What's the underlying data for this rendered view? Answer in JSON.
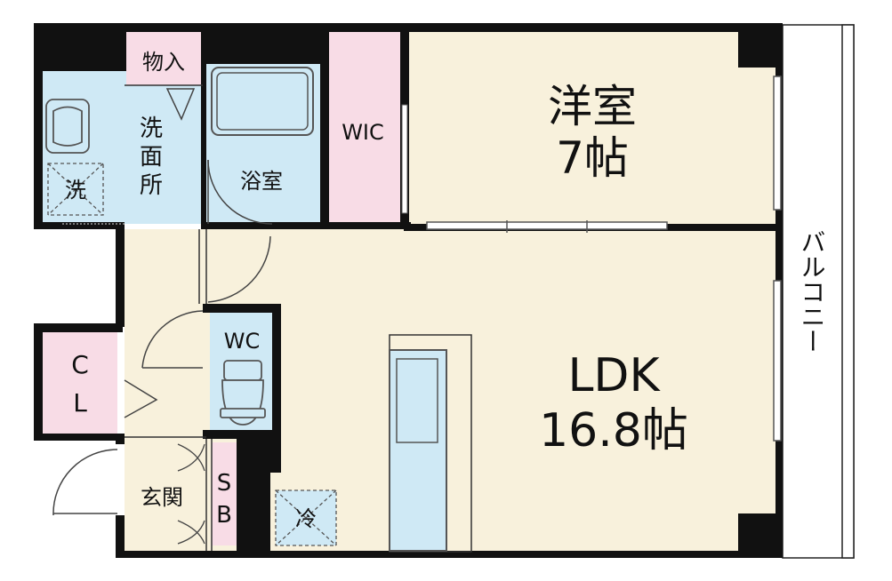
{
  "rooms": {
    "western": {
      "label": "洋室",
      "size": "7帖"
    },
    "ldk": {
      "label": "LDK",
      "size": "16.8帖"
    },
    "wic": "WIC",
    "bath": "浴室",
    "washroom": [
      "洗",
      "面",
      "所"
    ],
    "washer": "洗",
    "storage": "物入",
    "wc": "WC",
    "closet": [
      "C",
      "L"
    ],
    "entrance": "玄関",
    "shoebox": [
      "S",
      "B"
    ],
    "fridge": "冷",
    "balcony": "バルコニー"
  },
  "colors": {
    "floor": "#f8f1dc",
    "wet": "#cfe9f5",
    "storage": "#f8dce6",
    "wall": "#111111",
    "balcony": "#ffffff"
  }
}
